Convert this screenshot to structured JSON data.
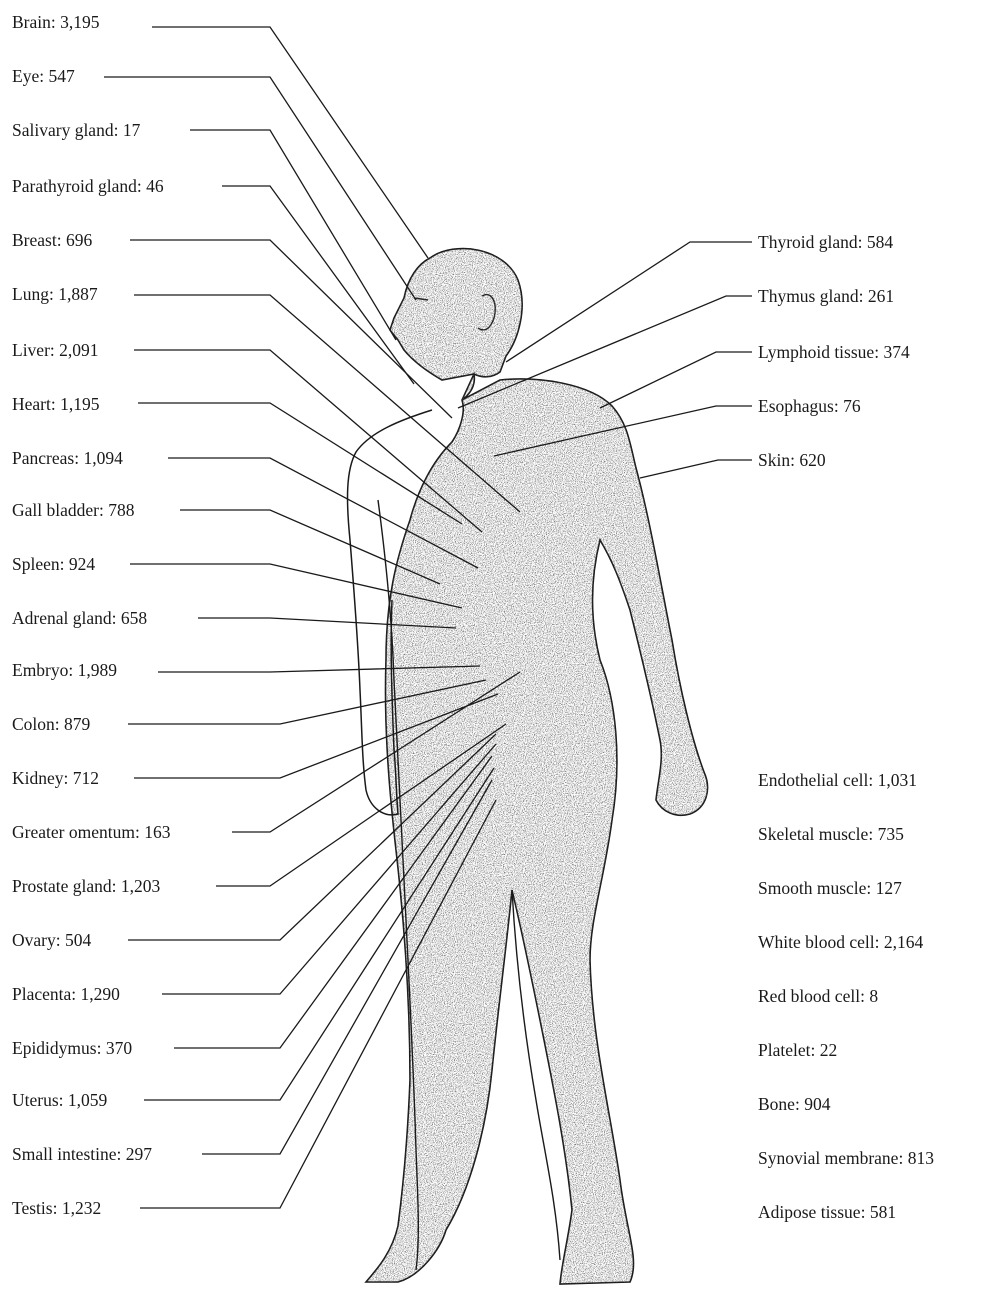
{
  "left_labels": [
    {
      "name": "Brain",
      "count": "3,195"
    },
    {
      "name": "Eye",
      "count": "547"
    },
    {
      "name": "Salivary gland",
      "count": "17"
    },
    {
      "name": "Parathyroid gland",
      "count": "46"
    },
    {
      "name": "Breast",
      "count": "696"
    },
    {
      "name": "Lung",
      "count": "1,887"
    },
    {
      "name": "Liver",
      "count": "2,091"
    },
    {
      "name": "Heart",
      "count": "1,195"
    },
    {
      "name": "Pancreas",
      "count": "1,094"
    },
    {
      "name": "Gall bladder",
      "count": "788"
    },
    {
      "name": "Spleen",
      "count": "924"
    },
    {
      "name": "Adrenal gland",
      "count": "658"
    },
    {
      "name": "Embryo",
      "count": "1,989"
    },
    {
      "name": "Colon",
      "count": "879"
    },
    {
      "name": "Kidney",
      "count": "712"
    },
    {
      "name": "Greater omentum",
      "count": "163"
    },
    {
      "name": "Prostate gland",
      "count": "1,203"
    },
    {
      "name": "Ovary",
      "count": "504"
    },
    {
      "name": "Placenta",
      "count": "1,290"
    },
    {
      "name": "Epididymus",
      "count": "370"
    },
    {
      "name": "Uterus",
      "count": "1,059"
    },
    {
      "name": "Small intestine",
      "count": "297"
    },
    {
      "name": "Testis",
      "count": "1,232"
    }
  ],
  "right_top_labels": [
    {
      "name": "Thyroid gland",
      "count": "584"
    },
    {
      "name": "Thymus gland",
      "count": "261"
    },
    {
      "name": "Lymphoid tissue",
      "count": "374"
    },
    {
      "name": "Esophagus",
      "count": "76"
    },
    {
      "name": "Skin",
      "count": "620"
    }
  ],
  "right_bottom_labels": [
    {
      "name": "Endothelial cell",
      "count": "1,031"
    },
    {
      "name": "Skeletal muscle",
      "count": "735"
    },
    {
      "name": "Smooth muscle",
      "count": "127"
    },
    {
      "name": "White blood cell",
      "count": "2,164"
    },
    {
      "name": "Red blood cell",
      "count": "8"
    },
    {
      "name": "Platelet",
      "count": "22"
    },
    {
      "name": "Bone",
      "count": "904"
    },
    {
      "name": "Synovial membrane",
      "count": "813"
    },
    {
      "name": "Adipose tissue",
      "count": "581"
    }
  ],
  "colors": {
    "ink": "#1a1a1a",
    "stipple": "#333333",
    "background": "#ffffff"
  }
}
